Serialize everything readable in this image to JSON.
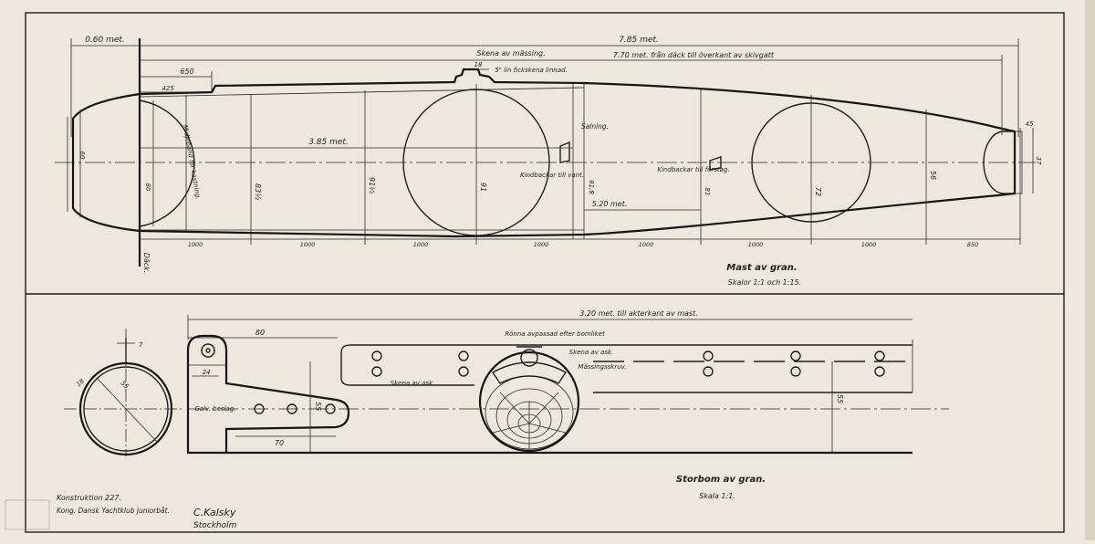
{
  "mast": {
    "dims": {
      "d060": "0.60 met.",
      "d785": "7.85 met.",
      "d770": "7.70 met. från däck till överkant av skivgatt",
      "d650": "650",
      "d425": "425",
      "d385": "3.85 met.",
      "d520": "5.20 met.",
      "d18": "18",
      "d45": "45"
    },
    "labels": {
      "skena": "Skena av mässing.",
      "fickskena": "5\" lin fickskena linnad.",
      "salning": "Salning.",
      "kindbackar_vant": "Kindbackar till vant.",
      "kindbackar_forstag": "Kindbackar till förstag.",
      "midjeband": "Midjeband för kastning.",
      "dack": "Däck.",
      "title": "Mast av gran.",
      "scale": "Skalor 1:1 och 1:15."
    },
    "sections": [
      "60",
      "80",
      "83½",
      "91½",
      "91",
      "81,8",
      "81",
      "72",
      "56",
      "37"
    ],
    "spacings": [
      "1000",
      "1000",
      "1000",
      "1000",
      "1000",
      "1000",
      "1000",
      "850"
    ]
  },
  "boom": {
    "dims": {
      "d320": "3.20 met. till akterkant av mast.",
      "d80": "80",
      "d24": "24",
      "d55a": "55",
      "d70": "70",
      "d55b": "55",
      "d55c": "55",
      "d7": "7",
      "d18": "18"
    },
    "labels": {
      "galv_beslag": "Galv. beslag.",
      "skena_ask1": "Skena av ask.",
      "ronna": "Rönna avpassad efter bomliket",
      "skena_ask2": "Skena av ask.",
      "massingsskruv": "Mässingsskruv.",
      "title": "Storbom av gran.",
      "scale": "Skala 1:1."
    }
  },
  "footer": {
    "konstruktion": "Konstruktion 227.",
    "club": "Kong. Dansk Yachtklub juniorbåt.",
    "signature": "C.Kalsky",
    "city": "Stockholm"
  }
}
